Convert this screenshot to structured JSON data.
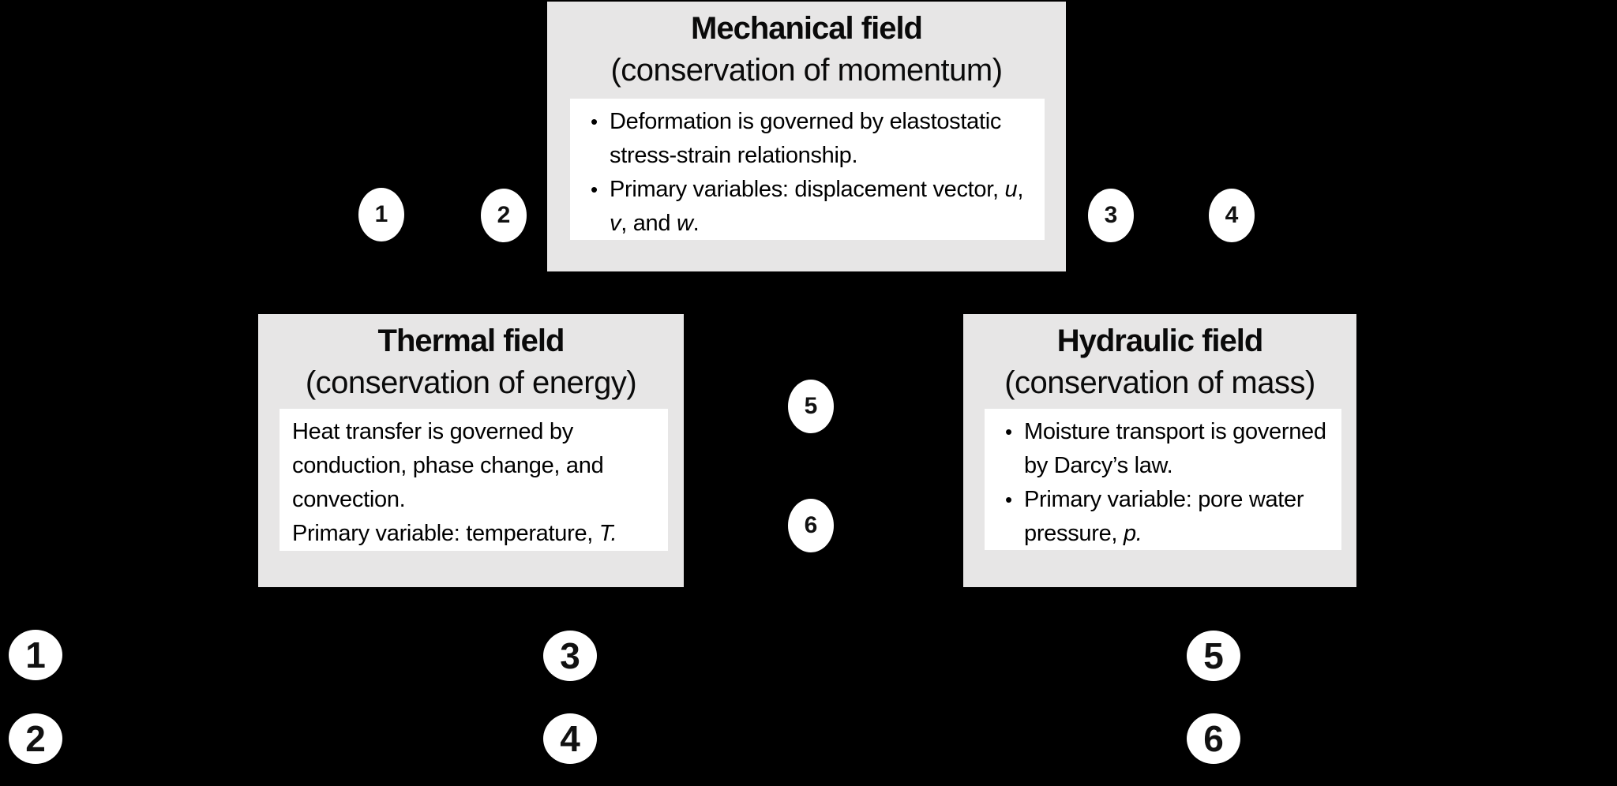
{
  "colors": {
    "background": "#000000",
    "panel_bg": "#e7e6e6",
    "content_bg": "#ffffff",
    "text": "#0a0a0a",
    "marker_fill": "#ffffff",
    "marker_text": "#111111"
  },
  "panels": {
    "mechanical": {
      "title": "Mechanical field",
      "subtitle": "(conservation of momentum)",
      "items": [
        {
          "marker": "•",
          "segments": [
            {
              "text": "Deformation is governed by elastostatic stress-strain relationship."
            }
          ]
        },
        {
          "marker": "•",
          "segments": [
            {
              "text": "Primary variables: displacement vector, "
            },
            {
              "text": "u",
              "italic": true
            },
            {
              "text": ", "
            },
            {
              "text": "v",
              "italic": true
            },
            {
              "text": ", and "
            },
            {
              "text": "w",
              "italic": true
            },
            {
              "text": "."
            }
          ]
        }
      ]
    },
    "thermal": {
      "title": "Thermal field",
      "subtitle": "(conservation of energy)",
      "items": [
        {
          "marker": null,
          "segments": [
            {
              "text": "Heat transfer is governed by conduction, phase change, and convection."
            }
          ]
        },
        {
          "marker": null,
          "nowrap": true,
          "segments": [
            {
              "text": "Primary variable: temperature, "
            },
            {
              "text": "T.",
              "italic": true
            }
          ]
        }
      ]
    },
    "hydraulic": {
      "title": "Hydraulic field",
      "subtitle": "(conservation of mass)",
      "items": [
        {
          "marker": "•",
          "segments": [
            {
              "text": "Moisture transport is governed by Darcy’s law."
            }
          ]
        },
        {
          "marker": "•",
          "segments": [
            {
              "text": "Primary variable: pore water pressure, "
            },
            {
              "text": "p.",
              "italic": true
            }
          ]
        }
      ]
    }
  },
  "connector_markers": [
    "1",
    "2",
    "3",
    "4",
    "5",
    "6"
  ],
  "legend_markers": [
    "1",
    "2",
    "3",
    "4",
    "5",
    "6"
  ]
}
